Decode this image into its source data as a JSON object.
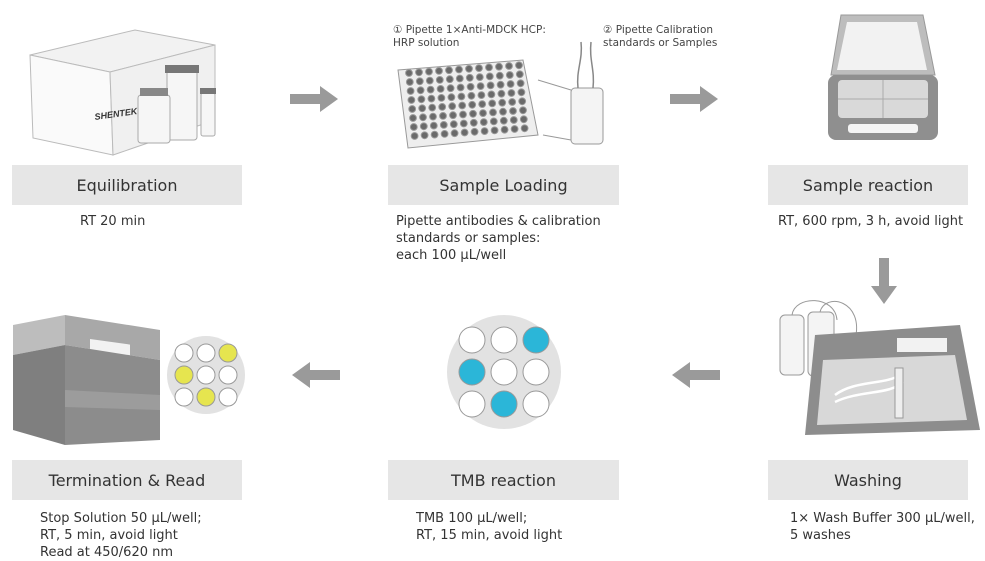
{
  "steps": [
    {
      "title": "Equilibration",
      "desc": [
        "RT 20 min"
      ]
    },
    {
      "title": "Sample Loading",
      "desc": [
        "Pipette antibodies & calibration",
        "standards or samples:",
        "each 100 µL/well"
      ]
    },
    {
      "title": "Sample reaction",
      "desc": [
        "RT, 600 rpm, 3 h, avoid light"
      ]
    },
    {
      "title": "Washing",
      "desc": [
        "1× Wash Buffer 300 µL/well,",
        "5 washes"
      ]
    },
    {
      "title": "TMB reaction",
      "desc": [
        "TMB 100 µL/well;",
        "RT, 15 min, avoid light"
      ]
    },
    {
      "title": "Termination & Read",
      "desc": [
        "Stop Solution 50 µL/well;",
        "RT, 5 min, avoid light",
        "Read at 450/620 nm"
      ]
    }
  ],
  "notes": {
    "pipette1": [
      "① Pipette 1×Anti-MDCK HCP:",
      "HRP solution"
    ],
    "pipette2": [
      "② Pipette Calibration",
      "standards or Samples"
    ]
  },
  "kit_brand": "SHENTEK",
  "colors": {
    "blue": "#2bb6d8",
    "yellow": "#e6e54f",
    "gray": "#8a8a8a",
    "bar": "#e6e6e6"
  },
  "icons": [
    "kit-box-icon",
    "microplate-icon",
    "shaker-icon",
    "washer-icon",
    "tmb-wells-icon",
    "plate-reader-icon",
    "arrow-icon"
  ]
}
